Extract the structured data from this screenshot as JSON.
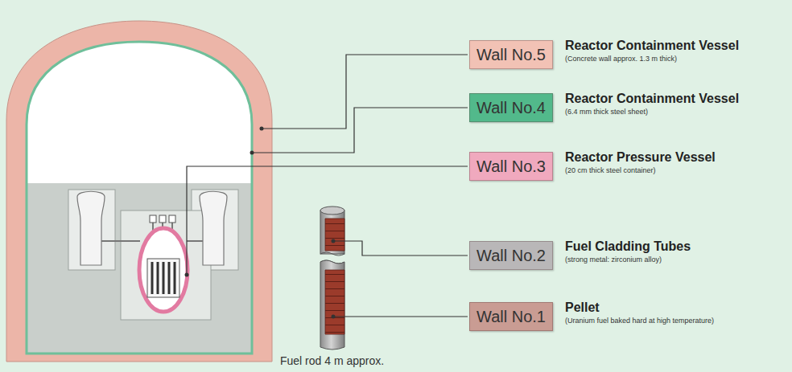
{
  "diagram": {
    "nodes": [
      {
        "text": [
          "Wall No.5",
          "Reactor Containment Vessel",
          "(Concrete wall approx. 1.3 m thick)"
        ]
      },
      {
        "text": [
          "Wall No.4",
          "Reactor Containment Vessel",
          "(6.4 mm thick steel sheet)"
        ]
      },
      {
        "text": [
          "Wall No.3",
          "Reactor Pressure Vessel",
          "(20 cm thick steel container)"
        ]
      },
      {
        "text": [
          "Wall No.2",
          "Fuel Cladding Tubes",
          "(strong metal: zirconium alloy)"
        ]
      },
      {
        "text": [
          "Wall No.1",
          "Pellet",
          "(Uranium fuel baked hard at high temperature)"
        ]
      }
    ],
    "labels": [
      "Fuel rod 4 m approx."
    ]
  }
}
